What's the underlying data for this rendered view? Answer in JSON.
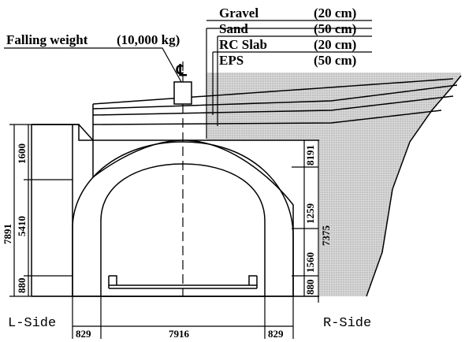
{
  "layers": [
    {
      "name": "Gravel",
      "thickness": "(20 cm)"
    },
    {
      "name": "Sand",
      "thickness": "(50 cm)"
    },
    {
      "name": "RC Slab",
      "thickness": "(20 cm)"
    },
    {
      "name": "EPS",
      "thickness": "(50 cm)"
    }
  ],
  "weight": {
    "label": "Falling weight",
    "mass": "(10,000 kg)"
  },
  "centerline_symbol": "℄",
  "sides": {
    "left": "L-Side",
    "right": "R-Side"
  },
  "dimensions": {
    "left_top": "1600",
    "left_mid": "5410",
    "left_bottom": "880",
    "left_total": "7891",
    "right_top": "8191",
    "right_upper": "1259",
    "right_mid": "1560",
    "right_bottom": "880",
    "right_total": "7375",
    "bottom_left": "829",
    "bottom_center": "7916",
    "bottom_right": "829"
  },
  "colors": {
    "fill_shade": "#c9c9c9",
    "ink": "#000000"
  }
}
